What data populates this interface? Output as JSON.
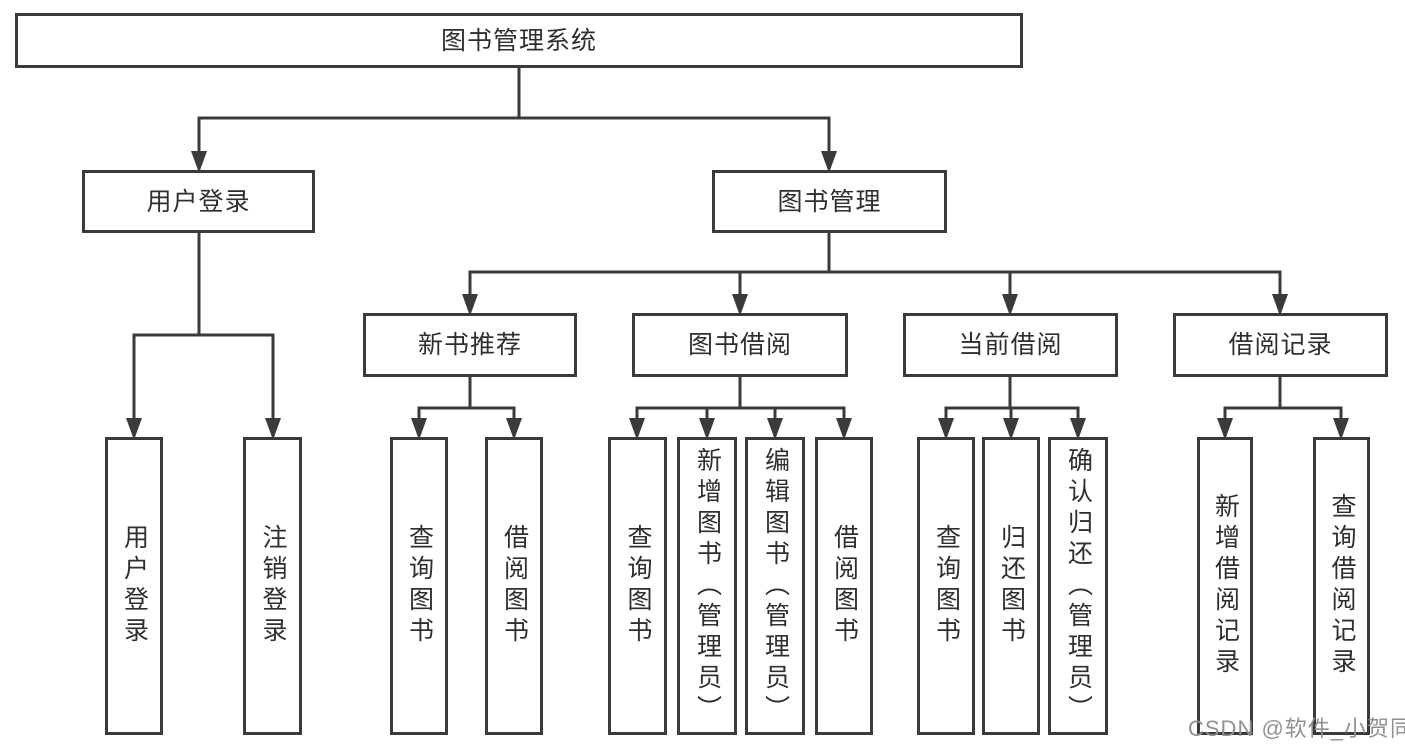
{
  "diagram": {
    "tree": {
      "label": "图书管理系统",
      "children": [
        {
          "label": "用户登录",
          "children": [
            {
              "label": "用户登录"
            },
            {
              "label": "注销登录"
            }
          ]
        },
        {
          "label": "图书管理",
          "children": [
            {
              "label": "新书推荐",
              "children": [
                {
                  "label": "查询图书"
                },
                {
                  "label": "借阅图书"
                }
              ]
            },
            {
              "label": "图书借阅",
              "children": [
                {
                  "label": "查询图书"
                },
                {
                  "label": "新增图书（管理员）"
                },
                {
                  "label": "编辑图书（管理员）"
                },
                {
                  "label": "借阅图书"
                }
              ]
            },
            {
              "label": "当前借阅",
              "children": [
                {
                  "label": "查询图书"
                },
                {
                  "label": "归还图书"
                },
                {
                  "label": "确认归还（管理员）"
                }
              ]
            },
            {
              "label": "借阅记录",
              "children": [
                {
                  "label": "新增借阅记录"
                },
                {
                  "label": "查询借阅记录"
                }
              ]
            }
          ]
        }
      ]
    }
  },
  "watermark": {
    "text": "CSDN @软件_小贺同学"
  },
  "colors": {
    "line": "#3a3a3a",
    "text": "#2f2f2f",
    "watermark": "#919191",
    "background": "#ffffff"
  }
}
